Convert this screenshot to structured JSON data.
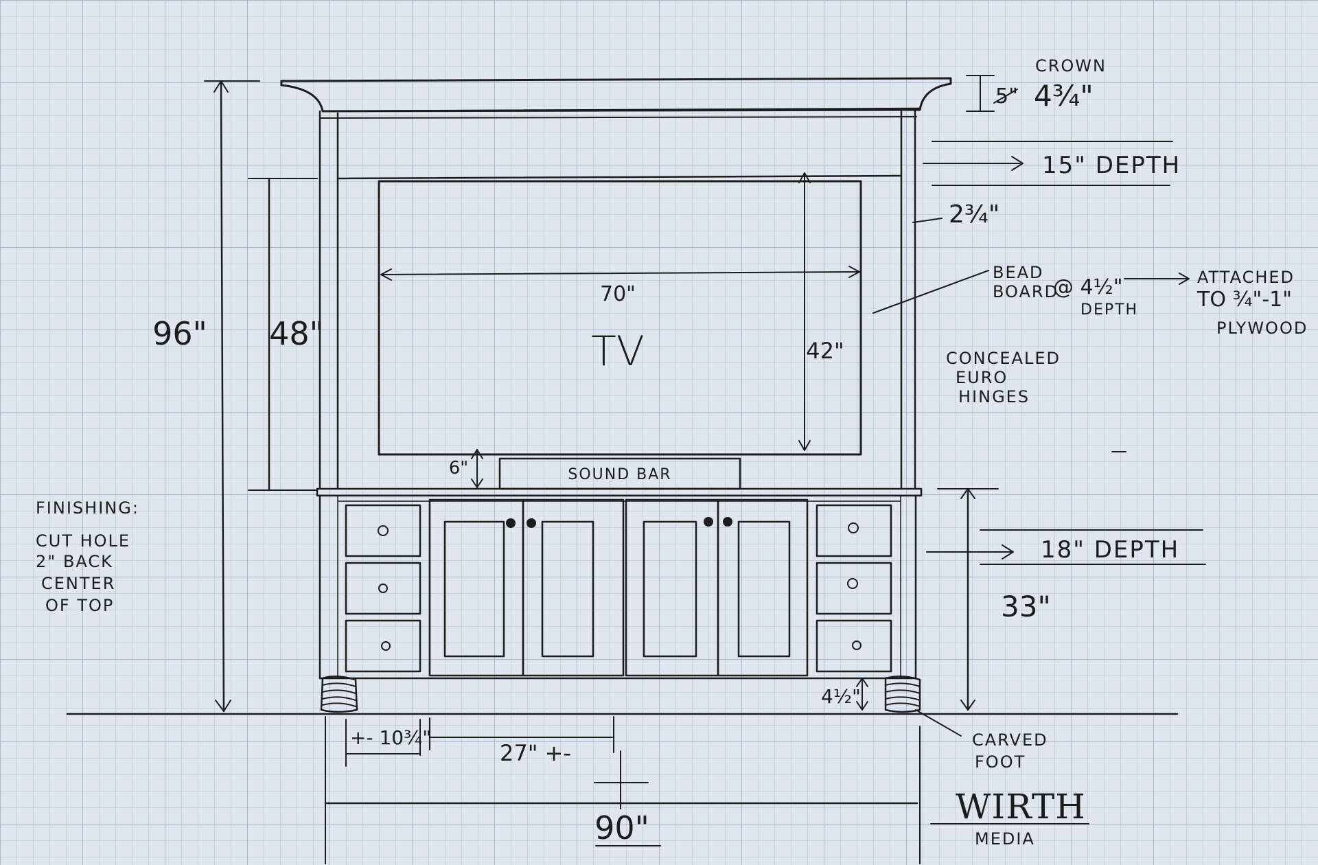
{
  "labels": {
    "crown": "CROWN",
    "crown_old": "5\"",
    "crown_new": "4¾\"",
    "depth15": "15\" DEPTH",
    "side_width": "2¾\"",
    "bead_board_1": "BEAD",
    "bead_board_2": "BOARD",
    "bead_depth": "@ 4½\"",
    "bead_depth_word": "DEPTH",
    "attached_1": "ATTACHED",
    "attached_2": "TO ¾\"-1\"",
    "attached_3": "PLYWOOD",
    "concealed_1": "CONCEALED",
    "concealed_2": "EURO",
    "concealed_3": "HINGES",
    "height_total": "96\"",
    "height_opening": "48\"",
    "tv": "TV",
    "tv_width": "70\"",
    "tv_height": "42\"",
    "sound_bar": "SOUND   BAR",
    "soundbar_gap": "6\"",
    "depth18": "18\" DEPTH",
    "base_height": "33\"",
    "foot_height": "4½\"",
    "carved_1": "CARVED",
    "carved_2": "FOOT",
    "finishing_title": "FINISHING:",
    "finishing_1": "CUT HOLE",
    "finishing_2": "2\"  BACK",
    "finishing_3": "CENTER",
    "finishing_4": "OF TOP",
    "drawer_width": "+- 10¾\"",
    "door_spacing": "27\" +-",
    "total_width": "90\"",
    "brand": "WIRTH",
    "brand_sub": "MEDIA"
  },
  "colors": {
    "paper": "#dfe6ee",
    "grid": "#a9b9cc",
    "ink": "#1c1c1c"
  }
}
